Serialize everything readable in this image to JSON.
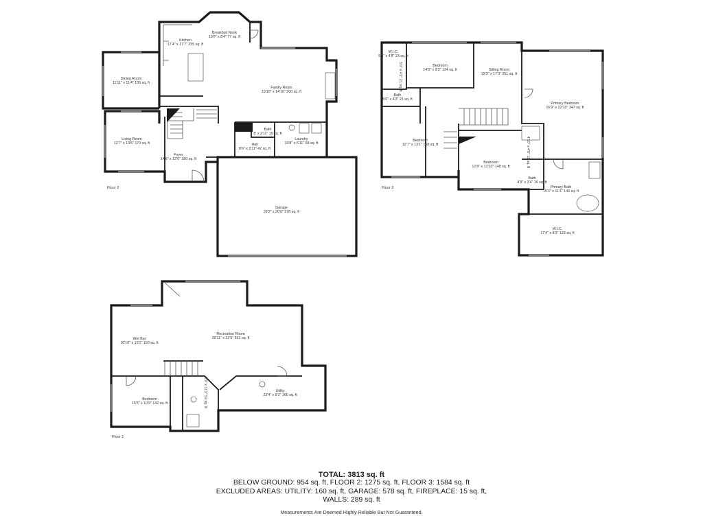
{
  "floors": [
    {
      "label": "Floor 2",
      "rooms": [
        {
          "name": "Kitchen",
          "dims": "17'4\" x 17'7\" 255 sq. ft"
        },
        {
          "name": "Breakfast Nook",
          "dims": "10'0\" x 8'4\" 77 sq. ft"
        },
        {
          "name": "Dining Room",
          "dims": "11'11\" x 11'4\" 130 sq. ft"
        },
        {
          "name": "Family Room",
          "dims": "19'10\" x 14'10\" 300 sq. ft"
        },
        {
          "name": "Living Room",
          "dims": "12'7\" x 13'5\" 170 sq. ft"
        },
        {
          "name": "Bath",
          "dims": "8' x 2'11\" 19 sq. ft"
        },
        {
          "name": "Laundry",
          "dims": "10'8\" x 6'11\" 68 sq. ft"
        },
        {
          "name": "Hall",
          "dims": "8'6\" x 3'11\" 42 sq. ft"
        },
        {
          "name": "Foyer",
          "dims": "14'6\" x 12'0\" 180 sq. ft"
        },
        {
          "name": "Garage",
          "dims": "29'2\" x 20'6\" 578 sq. ft"
        }
      ]
    },
    {
      "label": "Floor 3",
      "rooms": [
        {
          "name": "W.I.C.",
          "dims": "5'5\" x 4'8\" 23 sq. ft"
        },
        {
          "name": "Bedroom",
          "dims": "14'5\" x 9'3\" 134 sq. ft"
        },
        {
          "name": "Sitting Room",
          "dims": "19'3\" x 17'3\" 251 sq. ft"
        },
        {
          "name": "Primary Bedroom",
          "dims": "16'9\" x 22'10\" 347 sq. ft"
        },
        {
          "name": "Bath",
          "dims": "5'0\" x 4'3\" 21 sq. ft"
        },
        {
          "name": "Bedroom",
          "dims": "12'7\" x 13'1\" 168 sq. ft"
        },
        {
          "name": "Bedroom",
          "dims": "12'8\" x 13'10\" 148 sq. ft"
        },
        {
          "name": "Bath",
          "dims": "4'9\" x 3'4\" 16 sq. ft"
        },
        {
          "name": "Primary Bath",
          "dims": "15'3\" x 11'4\" 149 sq. ft"
        },
        {
          "name": "W.I.C.",
          "dims": "17'4\" x 8'3\" 123 sq. ft"
        }
      ],
      "vertical_labels": [
        "5'0\" x 4'2\" 21 sq. ft",
        "4'10\" x 4'0\" 18 sq. ft"
      ]
    },
    {
      "label": "Floor 1",
      "rooms": [
        {
          "name": "Recreation Room",
          "dims": "29'11\" x 22'5\" 551 sq. ft"
        },
        {
          "name": "Wet Bar",
          "dims": "10'10\" x 15'1\" 150 sq. ft"
        },
        {
          "name": "Utility",
          "dims": "23'4\" x 9'2\" 160 sq. ft"
        },
        {
          "name": "Bedroom",
          "dims": "15'3\" x 10'9\" 142 sq. ft"
        }
      ],
      "vertical_labels": [
        "6'9\" x 11'2\" 59 sq. ft"
      ]
    }
  ],
  "summary": {
    "total": "TOTAL: 3813 sq. ft",
    "below_ground": "BELOW GROUND: 954 sq. ft, FLOOR 2: 1275 sq. ft, FLOOR 3: 1584 sq. ft",
    "excluded": "EXCLUDED AREAS: UTILITY: 160 sq. ft, GARAGE: 578 sq. ft, FIREPLACE: 15 sq. ft,",
    "walls": "WALLS: 289 sq. ft"
  },
  "disclaimer": "Measurements Are Deemed Highly Reliable But Not Guaranteed."
}
